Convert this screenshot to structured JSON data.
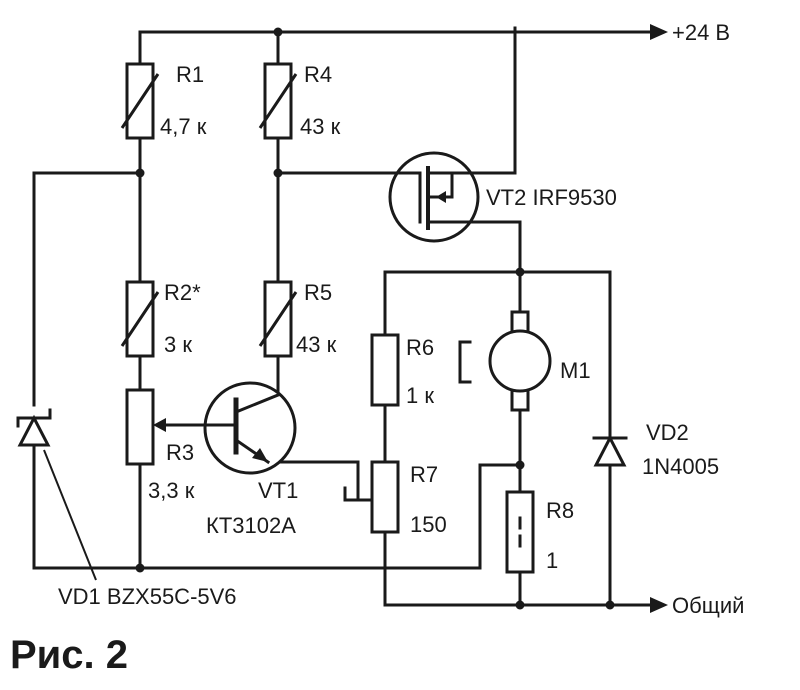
{
  "supply_label": "+24 В",
  "ground_label": "Общий",
  "figure_caption": "Рис. 2",
  "components": {
    "r1": {
      "ref": "R1",
      "value": "4,7 к"
    },
    "r4": {
      "ref": "R4",
      "value": "43 к"
    },
    "r2": {
      "ref": "R2*",
      "value": "3 к"
    },
    "r5": {
      "ref": "R5",
      "value": "43 к"
    },
    "r3": {
      "ref": "R3",
      "value": "3,3 к"
    },
    "r6": {
      "ref": "R6",
      "value": "1 к"
    },
    "r7": {
      "ref": "R7",
      "value": "150"
    },
    "r8": {
      "ref": "R8",
      "value": "1"
    },
    "vt1": {
      "ref": "VT1",
      "value": "КТ3102А"
    },
    "vt2": {
      "ref": "VT2",
      "value": "IRF9530"
    },
    "m1": {
      "ref": "M1"
    },
    "vd1": {
      "ref": "VD1",
      "value": "BZX55C-5V6"
    },
    "vd2": {
      "ref": "VD2",
      "value": "1N4005"
    }
  }
}
